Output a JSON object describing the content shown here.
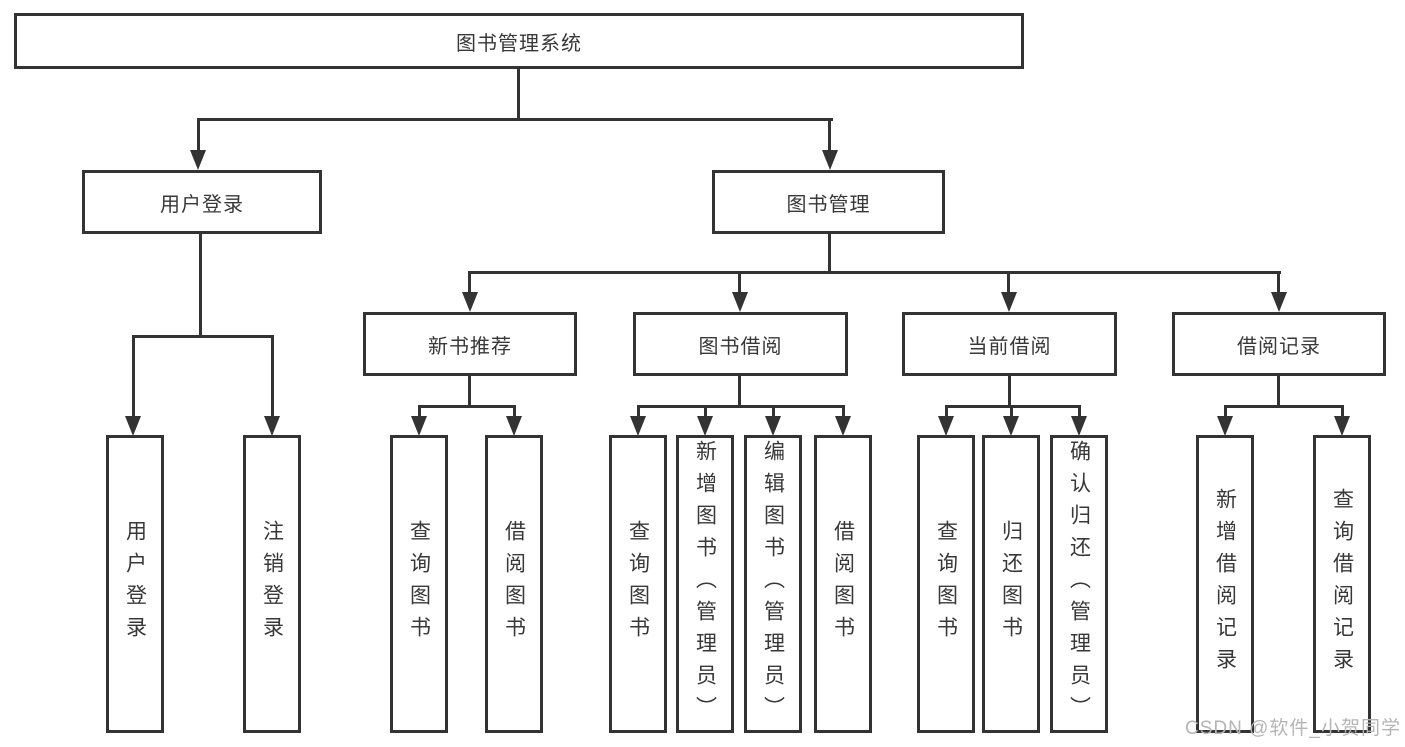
{
  "diagram": {
    "root": {
      "label": "图书管理系统"
    },
    "level2": {
      "user_login": {
        "label": "用户登录"
      },
      "book_mgmt": {
        "label": "图书管理"
      }
    },
    "level3": {
      "new_books": {
        "label": "新书推荐"
      },
      "book_borrow": {
        "label": "图书借阅"
      },
      "current_borrow": {
        "label": "当前借阅"
      },
      "borrow_records": {
        "label": "借阅记录"
      }
    },
    "leaves": {
      "user_login": {
        "label": "用户登录"
      },
      "logout": {
        "label": "注销登录"
      },
      "nb_query": {
        "label": "查询图书"
      },
      "nb_borrow": {
        "label": "借阅图书"
      },
      "bb_query": {
        "label": "查询图书"
      },
      "bb_add": {
        "label": "新增图书（管理员）"
      },
      "bb_edit": {
        "label": "编辑图书（管理员）"
      },
      "bb_borrow": {
        "label": "借阅图书"
      },
      "cb_query": {
        "label": "查询图书"
      },
      "cb_return": {
        "label": "归还图书"
      },
      "cb_confirm": {
        "label": "确认归还（管理员）"
      },
      "br_add": {
        "label": "新增借阅记录"
      },
      "br_query": {
        "label": "查询借阅记录"
      }
    }
  },
  "watermark": {
    "text": "CSDN @软件_小贺同学"
  },
  "colors": {
    "line": "#333333",
    "text": "#383838",
    "watermark": "#b5b5b5",
    "bg": "#ffffff"
  }
}
